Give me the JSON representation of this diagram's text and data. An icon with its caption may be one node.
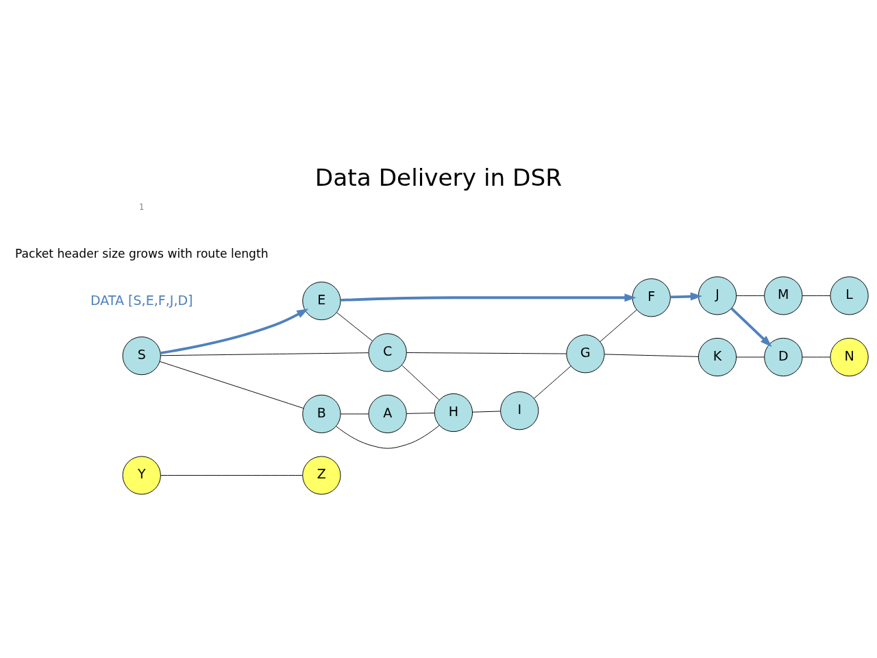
{
  "diagram": {
    "title": "Data Delivery in DSR",
    "nodes": [
      {
        "text": [
          "Y"
        ]
      },
      {
        "text": [
          "Z"
        ]
      },
      {
        "text": [
          "S"
        ]
      },
      {
        "text": [
          "E"
        ]
      },
      {
        "text": [
          "F"
        ]
      },
      {
        "text": [
          "B"
        ]
      },
      {
        "text": [
          "C"
        ]
      },
      {
        "text": [
          "M"
        ]
      },
      {
        "text": [
          "L"
        ]
      },
      {
        "text": [
          "J"
        ]
      },
      {
        "text": [
          "A"
        ]
      },
      {
        "text": [
          "G"
        ]
      },
      {
        "text": [
          "D"
        ]
      },
      {
        "text": [
          "H"
        ]
      },
      {
        "text": [
          "K"
        ]
      },
      {
        "text": [
          "I"
        ]
      },
      {
        "text": [
          "N"
        ]
      }
    ],
    "edges": [
      {
        "from": 0,
        "to": 1,
        "arrow": "none"
      },
      {
        "from": 2,
        "to": 5,
        "arrow": "none"
      },
      {
        "from": 2,
        "to": 6,
        "arrow": "none"
      },
      {
        "from": 3,
        "to": 6,
        "arrow": "none"
      },
      {
        "from": 5,
        "to": 10,
        "arrow": "none"
      },
      {
        "from": 5,
        "to": 13,
        "arrow": "none"
      },
      {
        "from": 10,
        "to": 13,
        "arrow": "none"
      },
      {
        "from": 6,
        "to": 13,
        "arrow": "none"
      },
      {
        "from": 6,
        "to": 11,
        "arrow": "none"
      },
      {
        "from": 13,
        "to": 15,
        "arrow": "none"
      },
      {
        "from": 15,
        "to": 11,
        "arrow": "none"
      },
      {
        "from": 11,
        "to": 4,
        "arrow": "none"
      },
      {
        "from": 11,
        "to": 14,
        "arrow": "none"
      },
      {
        "from": 14,
        "to": 12,
        "arrow": "none"
      },
      {
        "from": 12,
        "to": 16,
        "arrow": "none"
      },
      {
        "from": 9,
        "to": 7,
        "arrow": "none"
      },
      {
        "from": 7,
        "to": 8,
        "arrow": "none"
      },
      {
        "from": 2,
        "to": 3,
        "arrow": "to",
        "style": "thick",
        "color": "#4f81bd"
      },
      {
        "from": 3,
        "to": 4,
        "arrow": "to",
        "style": "thick",
        "color": "#4f81bd"
      },
      {
        "from": 4,
        "to": 9,
        "arrow": "to",
        "style": "thick",
        "color": "#4f81bd"
      },
      {
        "from": 9,
        "to": 12,
        "arrow": "to",
        "style": "thick",
        "color": "#4f81bd"
      }
    ],
    "labels": [
      "DATA [S,E,F,J,D]",
      "Packet header size grows with route length",
      "1"
    ]
  }
}
